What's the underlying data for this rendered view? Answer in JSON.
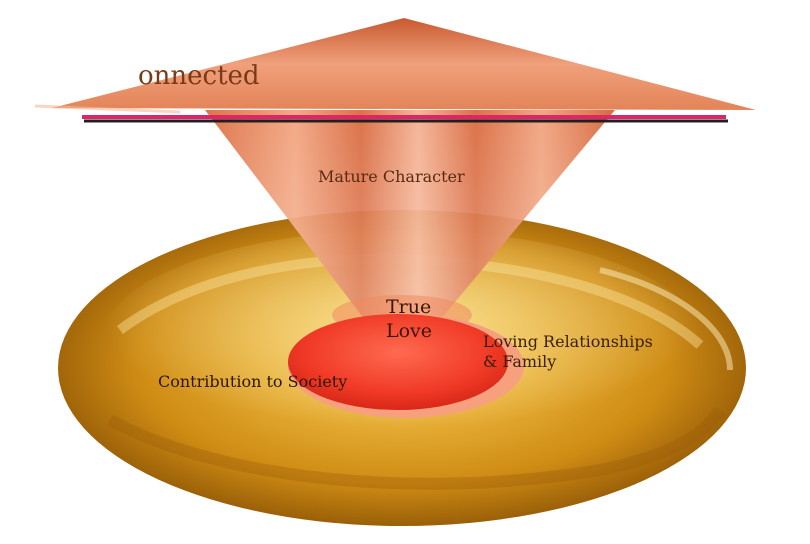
{
  "title": "onnected",
  "labels": {
    "top": "Mature Character",
    "center_line1": "True",
    "center_line2": "Love",
    "right_line1": "Loving Relationships",
    "right_line2": "& Family",
    "left": "Contribution to Society"
  },
  "colors": {
    "disc_outer": "#a86a0a",
    "disc_mid": "#d89a20",
    "disc_light": "#f4c864",
    "cone_dark": "#d4622c",
    "cone_light": "#f8c0a0",
    "center_core": "#f23a28",
    "center_rim": "#f7a080",
    "accent_line": "#e0246a",
    "shadow_line": "#202020"
  }
}
